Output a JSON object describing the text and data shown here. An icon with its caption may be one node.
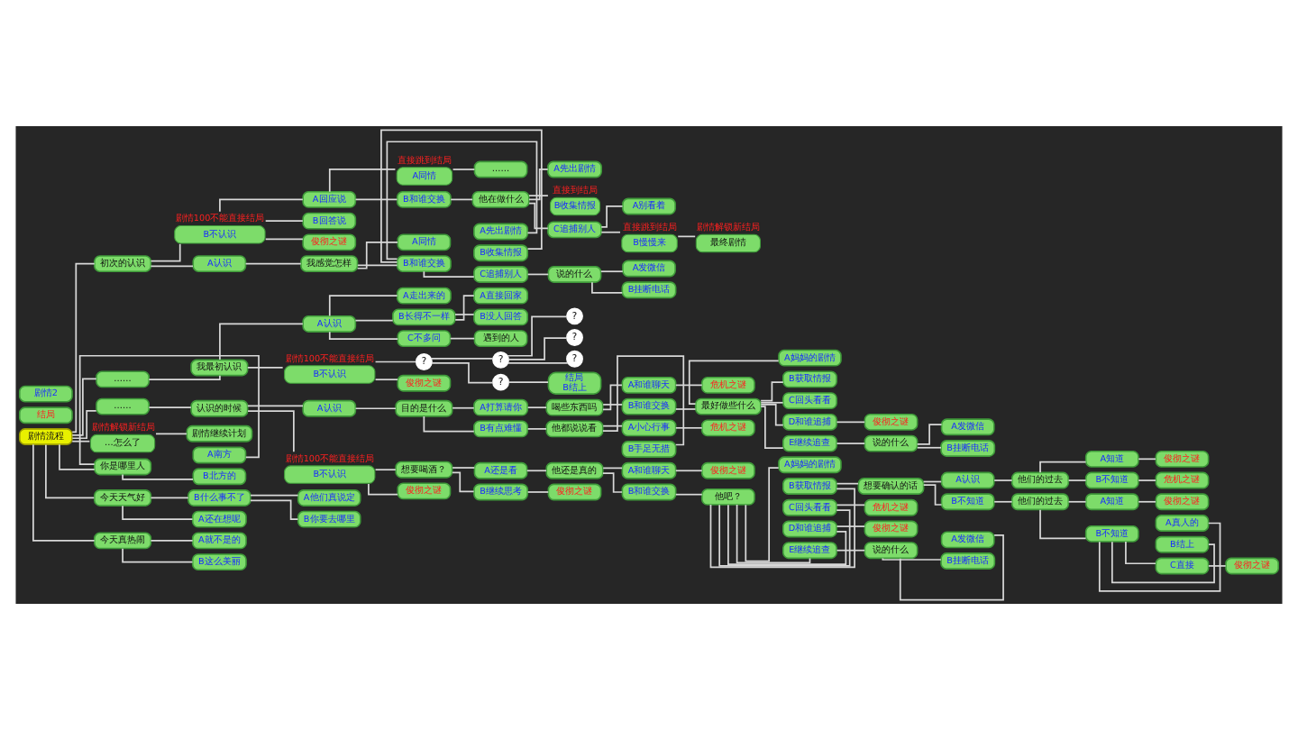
{
  "diagram": {
    "nodes": [
      {
        "text": [
          "剧情流程"
        ]
      },
      {
        "text": [
          "初次的认识"
        ]
      },
      {
        "text": [
          "B不认识"
        ],
        "beside": [
          "剧情100不能直接结局"
        ]
      },
      {
        "text": [
          "A认识"
        ]
      },
      {
        "text": [
          "A回应说"
        ]
      },
      {
        "text": [
          "B回答说"
        ]
      },
      {
        "text": [
          "俊彻之谜"
        ]
      },
      {
        "text": [
          "A同情"
        ],
        "beside": [
          "直接跳到结局"
        ]
      },
      {
        "text": [
          "B和谁交换"
        ]
      },
      {
        "text": [
          "……"
        ]
      },
      {
        "text": [
          "他在做什么"
        ]
      },
      {
        "text": [
          "A先出剧情"
        ]
      },
      {
        "text": [
          "B收集情报"
        ],
        "beside": [
          "直接到结局"
        ]
      },
      {
        "text": [
          "C追捕别人"
        ]
      },
      {
        "text": [
          "A别看着"
        ]
      },
      {
        "text": [
          "B慢慢来"
        ],
        "beside": [
          "直接跳到结局"
        ]
      },
      {
        "text": [
          "最终剧情"
        ],
        "beside": [
          "剧情解锁新结局"
        ]
      },
      {
        "text": [
          "我感觉怎样"
        ]
      },
      {
        "text": [
          "A同情"
        ]
      },
      {
        "text": [
          "B和谁交换"
        ]
      },
      {
        "text": [
          "A先出剧情"
        ]
      },
      {
        "text": [
          "B收集情报"
        ]
      },
      {
        "text": [
          "C追捕别人"
        ]
      },
      {
        "text": [
          "说的什么"
        ]
      },
      {
        "text": [
          "A发微信"
        ]
      },
      {
        "text": [
          "B挂断电话"
        ]
      },
      {
        "text": [
          "……"
        ]
      },
      {
        "text": [
          "我最初认识"
        ]
      },
      {
        "text": [
          "A认识"
        ]
      },
      {
        "text": [
          "B不认识"
        ],
        "beside": [
          "剧情100不能直接结局"
        ]
      },
      {
        "text": [
          "A走出来的"
        ]
      },
      {
        "text": [
          "B长得不一样"
        ]
      },
      {
        "text": [
          "C不多问"
        ]
      },
      {
        "text": [
          "A直接回家"
        ]
      },
      {
        "text": [
          "B没人回答"
        ]
      },
      {
        "text": [
          "遇到的人"
        ]
      },
      {
        "text": [
          "?"
        ]
      },
      {
        "text": [
          "俊彻之谜"
        ]
      },
      {
        "text": [
          "?"
        ]
      },
      {
        "text": [
          "?"
        ]
      },
      {
        "text": [
          "?"
        ]
      },
      {
        "text": [
          "?"
        ]
      },
      {
        "text": [
          "?"
        ]
      },
      {
        "text": [
          "结局",
          "B结上"
        ]
      },
      {
        "text": [
          "结局"
        ]
      },
      {
        "text": [
          "剧情2"
        ]
      },
      {
        "text": [
          "……"
        ]
      },
      {
        "text": [
          "认识的时候"
        ]
      },
      {
        "text": [
          "A认识"
        ]
      },
      {
        "text": [
          "B不认识"
        ],
        "beside": [
          "剧情100不能直接结局"
        ]
      },
      {
        "text": [
          "目的是什么"
        ]
      },
      {
        "text": [
          "A打算请你"
        ]
      },
      {
        "text": [
          "B有点难懂"
        ]
      },
      {
        "text": [
          "喝些东西吗"
        ]
      },
      {
        "text": [
          "A和谁聊天"
        ]
      },
      {
        "text": [
          "危机之谜"
        ]
      },
      {
        "text": [
          "B和谁交换"
        ]
      },
      {
        "text": [
          "最好做些什么"
        ]
      },
      {
        "text": [
          "A妈妈的剧情"
        ]
      },
      {
        "text": [
          "B获取情报"
        ]
      },
      {
        "text": [
          "C回头看看"
        ]
      },
      {
        "text": [
          "D和谁追捕"
        ]
      },
      {
        "text": [
          "俊彻之谜"
        ]
      },
      {
        "text": [
          "E继续追查"
        ]
      },
      {
        "text": [
          "说的什么"
        ]
      },
      {
        "text": [
          "A发微信"
        ]
      },
      {
        "text": [
          "B挂断电话"
        ]
      },
      {
        "text": [
          "他都说说看"
        ]
      },
      {
        "text": [
          "A小心行事"
        ]
      },
      {
        "text": [
          "危机之谜"
        ]
      },
      {
        "text": [
          "B手足无措"
        ]
      },
      {
        "text": [
          "想要喝酒？"
        ]
      },
      {
        "text": [
          "俊彻之谜"
        ]
      },
      {
        "text": [
          "A还是看"
        ]
      },
      {
        "text": [
          "他还是真的"
        ]
      },
      {
        "text": [
          "A和谁聊天"
        ]
      },
      {
        "text": [
          "俊彻之谜"
        ]
      },
      {
        "text": [
          "B和谁交换"
        ]
      },
      {
        "text": [
          "他吧？"
        ]
      },
      {
        "text": [
          "B继续思考"
        ]
      },
      {
        "text": [
          "俊彻之谜"
        ]
      },
      {
        "text": [
          "A妈妈的剧情"
        ]
      },
      {
        "text": [
          "B获取情报"
        ]
      },
      {
        "text": [
          "想要确认的话"
        ]
      },
      {
        "text": [
          "A认识"
        ]
      },
      {
        "text": [
          "他们的过去"
        ]
      },
      {
        "text": [
          "A知道"
        ]
      },
      {
        "text": [
          "俊彻之谜"
        ]
      },
      {
        "text": [
          "B不知道"
        ]
      },
      {
        "text": [
          "危机之谜"
        ]
      },
      {
        "text": [
          "B不知道"
        ]
      },
      {
        "text": [
          "他们的过去"
        ]
      },
      {
        "text": [
          "A知道"
        ]
      },
      {
        "text": [
          "俊彻之谜"
        ]
      },
      {
        "text": [
          "B不知道"
        ]
      },
      {
        "text": [
          "A真人的"
        ]
      },
      {
        "text": [
          "B结上"
        ]
      },
      {
        "text": [
          "C直接"
        ]
      },
      {
        "text": [
          "俊彻之谜"
        ]
      },
      {
        "text": [
          "C回头看看"
        ]
      },
      {
        "text": [
          "危机之谜"
        ]
      },
      {
        "text": [
          "D和谁追捕"
        ]
      },
      {
        "text": [
          "俊彻之谜"
        ]
      },
      {
        "text": [
          "E继续追查"
        ]
      },
      {
        "text": [
          "说的什么"
        ]
      },
      {
        "text": [
          "A发微信"
        ]
      },
      {
        "text": [
          "B挂断电话"
        ]
      },
      {
        "text": [
          "…怎么了"
        ],
        "beside": [
          "剧情解锁新结局"
        ]
      },
      {
        "text": [
          "剧情继续计划"
        ]
      },
      {
        "text": [
          "你是哪里人"
        ]
      },
      {
        "text": [
          "A南方"
        ]
      },
      {
        "text": [
          "B北方的"
        ]
      },
      {
        "text": [
          "今天天气好"
        ]
      },
      {
        "text": [
          "B什么事不了"
        ]
      },
      {
        "text": [
          "A他们真说定"
        ]
      },
      {
        "text": [
          "B你要去哪里"
        ]
      },
      {
        "text": [
          "A还在想呢"
        ]
      },
      {
        "text": [
          "今天真热闹"
        ]
      },
      {
        "text": [
          "A就不是的"
        ]
      },
      {
        "text": [
          "B这么美丽"
        ]
      }
    ],
    "edges": [
      {
        "from": 0,
        "to": 1,
        "arrow": "none"
      },
      {
        "from": 0,
        "to": 26,
        "arrow": "none"
      },
      {
        "from": 0,
        "to": 46,
        "arrow": "none"
      },
      {
        "from": 0,
        "to": 107,
        "arrow": "none"
      },
      {
        "from": 0,
        "to": 109,
        "arrow": "none"
      },
      {
        "from": 0,
        "to": 112,
        "arrow": "none"
      },
      {
        "from": 0,
        "to": 117,
        "arrow": "none"
      },
      {
        "from": 1,
        "to": 2,
        "arrow": "none"
      },
      {
        "from": 1,
        "to": 3,
        "arrow": "none"
      },
      {
        "from": 2,
        "to": 4,
        "arrow": "none"
      },
      {
        "from": 2,
        "to": 5,
        "arrow": "none"
      },
      {
        "from": 2,
        "to": 6,
        "arrow": "none"
      },
      {
        "from": 4,
        "to": 7,
        "arrow": "none"
      },
      {
        "from": 4,
        "to": 8,
        "arrow": "none"
      },
      {
        "from": 7,
        "to": 9,
        "arrow": "none"
      },
      {
        "from": 8,
        "to": 10,
        "arrow": "none"
      },
      {
        "from": 10,
        "to": 11,
        "arrow": "none"
      },
      {
        "from": 10,
        "to": 12,
        "arrow": "none"
      },
      {
        "from": 10,
        "to": 13,
        "arrow": "none"
      },
      {
        "from": 13,
        "to": 14,
        "arrow": "none"
      },
      {
        "from": 13,
        "to": 15,
        "arrow": "none"
      },
      {
        "from": 15,
        "to": 16,
        "arrow": "none"
      },
      {
        "from": 3,
        "to": 17,
        "arrow": "none"
      },
      {
        "from": 17,
        "to": 18,
        "arrow": "none"
      },
      {
        "from": 17,
        "to": 19,
        "arrow": "none"
      },
      {
        "from": 19,
        "to": 20,
        "arrow": "none"
      },
      {
        "from": 19,
        "to": 21,
        "arrow": "none"
      },
      {
        "from": 19,
        "to": 22,
        "arrow": "none"
      },
      {
        "from": 22,
        "to": 23,
        "arrow": "none"
      },
      {
        "from": 23,
        "to": 24,
        "arrow": "none"
      },
      {
        "from": 23,
        "to": 25,
        "arrow": "none"
      },
      {
        "from": 26,
        "to": 27,
        "arrow": "none"
      },
      {
        "from": 27,
        "to": 28,
        "arrow": "none"
      },
      {
        "from": 27,
        "to": 29,
        "arrow": "none"
      },
      {
        "from": 28,
        "to": 30,
        "arrow": "none"
      },
      {
        "from": 28,
        "to": 31,
        "arrow": "none"
      },
      {
        "from": 28,
        "to": 32,
        "arrow": "none"
      },
      {
        "from": 31,
        "to": 33,
        "arrow": "none"
      },
      {
        "from": 31,
        "to": 34,
        "arrow": "none"
      },
      {
        "from": 32,
        "to": 35,
        "arrow": "none"
      },
      {
        "from": 29,
        "to": 36,
        "arrow": "none"
      },
      {
        "from": 29,
        "to": 37,
        "arrow": "none"
      },
      {
        "from": 36,
        "to": 38,
        "arrow": "none"
      },
      {
        "from": 36,
        "to": 39,
        "arrow": "none"
      },
      {
        "from": 38,
        "to": 40,
        "arrow": "none"
      },
      {
        "from": 38,
        "to": 41,
        "arrow": "none"
      },
      {
        "from": 38,
        "to": 42,
        "arrow": "none"
      },
      {
        "from": 39,
        "to": 43,
        "arrow": "none"
      },
      {
        "from": 46,
        "to": 47,
        "arrow": "none"
      },
      {
        "from": 47,
        "to": 48,
        "arrow": "none"
      },
      {
        "from": 47,
        "to": 49,
        "arrow": "none"
      },
      {
        "from": 48,
        "to": 50,
        "arrow": "none"
      },
      {
        "from": 50,
        "to": 51,
        "arrow": "none"
      },
      {
        "from": 50,
        "to": 52,
        "arrow": "none"
      },
      {
        "from": 51,
        "to": 53,
        "arrow": "none"
      },
      {
        "from": 53,
        "to": 54,
        "arrow": "none"
      },
      {
        "from": 53,
        "to": 56,
        "arrow": "none"
      },
      {
        "from": 54,
        "to": 55,
        "arrow": "none"
      },
      {
        "from": 56,
        "to": 57,
        "arrow": "none"
      },
      {
        "from": 57,
        "to": 58,
        "arrow": "none"
      },
      {
        "from": 57,
        "to": 59,
        "arrow": "none"
      },
      {
        "from": 57,
        "to": 60,
        "arrow": "none"
      },
      {
        "from": 57,
        "to": 61,
        "arrow": "none"
      },
      {
        "from": 57,
        "to": 63,
        "arrow": "none"
      },
      {
        "from": 61,
        "to": 62,
        "arrow": "none"
      },
      {
        "from": 63,
        "to": 64,
        "arrow": "none"
      },
      {
        "from": 64,
        "to": 65,
        "arrow": "none"
      },
      {
        "from": 64,
        "to": 66,
        "arrow": "none"
      },
      {
        "from": 52,
        "to": 67,
        "arrow": "none"
      },
      {
        "from": 67,
        "to": 68,
        "arrow": "none"
      },
      {
        "from": 67,
        "to": 70,
        "arrow": "none"
      },
      {
        "from": 68,
        "to": 69,
        "arrow": "none"
      },
      {
        "from": 49,
        "to": 71,
        "arrow": "none"
      },
      {
        "from": 49,
        "to": 72,
        "arrow": "none"
      },
      {
        "from": 71,
        "to": 73,
        "arrow": "none"
      },
      {
        "from": 71,
        "to": 79,
        "arrow": "none"
      },
      {
        "from": 73,
        "to": 74,
        "arrow": "none"
      },
      {
        "from": 74,
        "to": 75,
        "arrow": "none"
      },
      {
        "from": 74,
        "to": 77,
        "arrow": "none"
      },
      {
        "from": 75,
        "to": 76,
        "arrow": "none"
      },
      {
        "from": 79,
        "to": 80,
        "arrow": "none"
      },
      {
        "from": 77,
        "to": 78,
        "arrow": "none"
      },
      {
        "from": 78,
        "to": 81,
        "arrow": "none"
      },
      {
        "from": 78,
        "to": 82,
        "arrow": "none"
      },
      {
        "from": 78,
        "to": 99,
        "arrow": "none"
      },
      {
        "from": 78,
        "to": 101,
        "arrow": "none"
      },
      {
        "from": 78,
        "to": 103,
        "arrow": "none"
      },
      {
        "from": 82,
        "to": 83,
        "arrow": "none"
      },
      {
        "from": 83,
        "to": 84,
        "arrow": "none"
      },
      {
        "from": 83,
        "to": 90,
        "arrow": "none"
      },
      {
        "from": 84,
        "to": 85,
        "arrow": "none"
      },
      {
        "from": 85,
        "to": 86,
        "arrow": "none"
      },
      {
        "from": 85,
        "to": 88,
        "arrow": "none"
      },
      {
        "from": 86,
        "to": 87,
        "arrow": "none"
      },
      {
        "from": 88,
        "to": 89,
        "arrow": "none"
      },
      {
        "from": 90,
        "to": 91,
        "arrow": "none"
      },
      {
        "from": 91,
        "to": 92,
        "arrow": "none"
      },
      {
        "from": 91,
        "to": 94,
        "arrow": "none"
      },
      {
        "from": 92,
        "to": 93,
        "arrow": "none"
      },
      {
        "from": 94,
        "to": 95,
        "arrow": "none"
      },
      {
        "from": 94,
        "to": 96,
        "arrow": "none"
      },
      {
        "from": 94,
        "to": 97,
        "arrow": "none"
      },
      {
        "from": 97,
        "to": 98,
        "arrow": "none"
      },
      {
        "from": 99,
        "to": 100,
        "arrow": "none"
      },
      {
        "from": 101,
        "to": 102,
        "arrow": "none"
      },
      {
        "from": 103,
        "to": 104,
        "arrow": "none"
      },
      {
        "from": 104,
        "to": 105,
        "arrow": "none"
      },
      {
        "from": 104,
        "to": 106,
        "arrow": "none"
      },
      {
        "from": 107,
        "to": 108,
        "arrow": "none"
      },
      {
        "from": 109,
        "to": 110,
        "arrow": "none"
      },
      {
        "from": 109,
        "to": 111,
        "arrow": "none"
      },
      {
        "from": 112,
        "to": 113,
        "arrow": "none"
      },
      {
        "from": 112,
        "to": 116,
        "arrow": "none"
      },
      {
        "from": 113,
        "to": 114,
        "arrow": "none"
      },
      {
        "from": 113,
        "to": 115,
        "arrow": "none"
      },
      {
        "from": 117,
        "to": 118,
        "arrow": "none"
      },
      {
        "from": 117,
        "to": 119,
        "arrow": "none"
      }
    ]
  }
}
